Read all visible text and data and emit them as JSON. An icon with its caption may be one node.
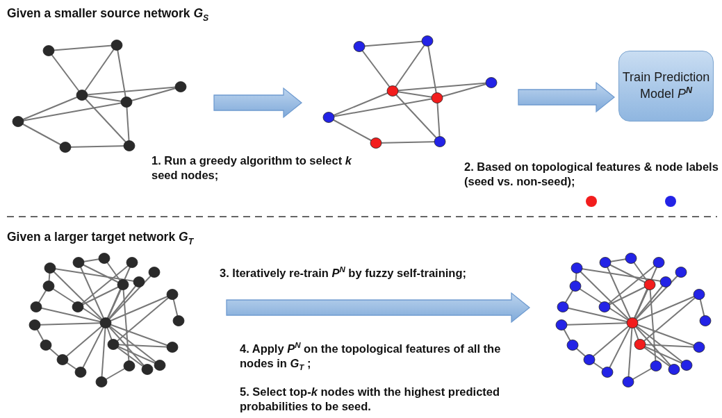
{
  "diagram": {
    "nodes": [
      {
        "text": [],
        "shape": "picture"
      },
      {
        "text": [],
        "shape": "picture"
      },
      {
        "text": [
          "Train Prediction Model *P*$^{N}$"
        ]
      },
      {
        "text": [],
        "shape": "picture"
      },
      {
        "text": [],
        "shape": "picture"
      }
    ],
    "edges": [
      {
        "from": 0,
        "to": 1,
        "arrow": "to"
      },
      {
        "from": 1,
        "to": 2,
        "arrow": "to"
      },
      {
        "from": 3,
        "to": 4,
        "arrow": "to"
      }
    ],
    "labels": [
      "Given a smaller source network *G*$_{S}$",
      "1. Run a greedy algorithm to select *k* seed nodes;",
      "2. Based on topological features & node labels (seed vs. non-seed);",
      "Given a larger target network *G*$_{T}$",
      "3. Iteratively re-train *P*$^{N}$ by fuzzy self-training;",
      "4. Apply *P*$^{N}$ on the topological features of all the nodes in *G*$_{T}$ ;",
      "5. Select top-*k* nodes with the highest predicted probabilities to be seed."
    ]
  }
}
